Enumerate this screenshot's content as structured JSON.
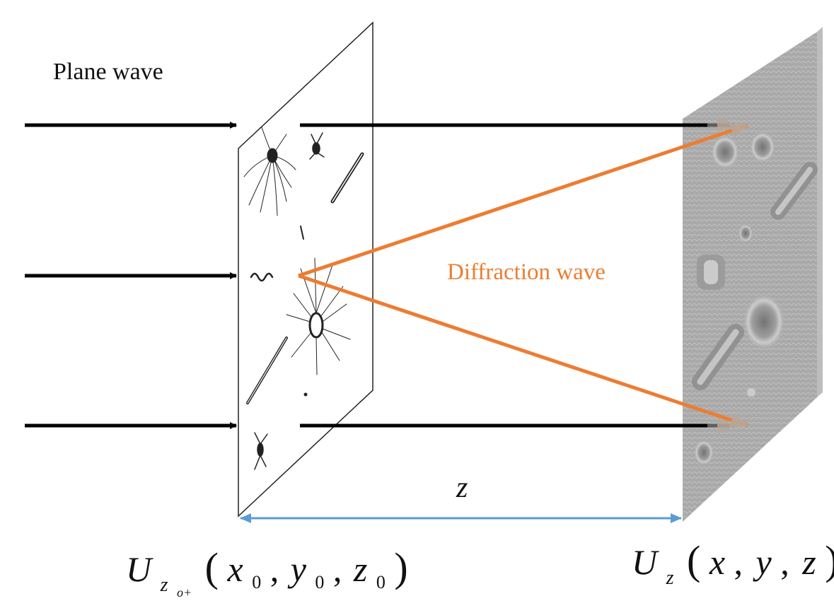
{
  "labels": {
    "plane_wave": "Plane wave",
    "diffraction_wave": "Diffraction wave",
    "distance": "z",
    "input_field": {
      "symbol": "U",
      "subscript_var": "z",
      "subscript_sub": "o+",
      "open": "(",
      "x": "x",
      "y": "y",
      "z": "z",
      "index": "0",
      "comma": ",",
      "close": ")"
    },
    "output_field": {
      "symbol": "U",
      "subscript": "z",
      "open": "(",
      "x": "x",
      "y": "y",
      "z": "z",
      "comma": ",",
      "close": ")"
    }
  },
  "colors": {
    "arrow": "#000000",
    "diffraction": "#ec7d31",
    "distance_arrow": "#5b9bd5",
    "hologram": "#a8a8a8",
    "hologram_side": "#b7b7b7",
    "label": "#111111"
  },
  "icons": {
    "object_plane": "plankton-sample-plane",
    "hologram_plane": "hologram-interference-pattern"
  }
}
